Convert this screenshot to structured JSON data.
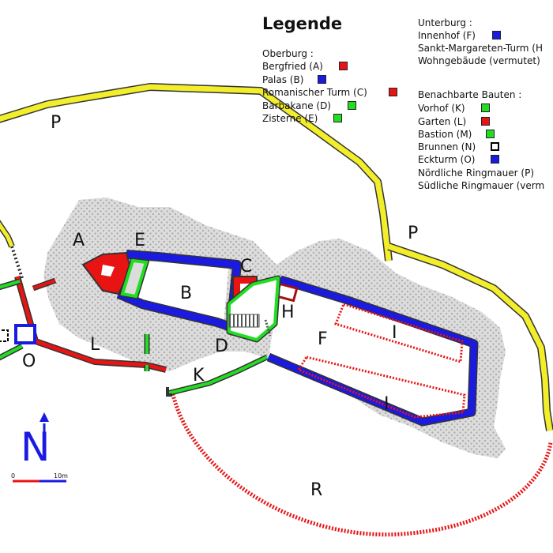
{
  "legend": {
    "title": "Legende",
    "oberburg": {
      "heading": "Oberburg :",
      "items": [
        {
          "label": "Bergfried (A)",
          "color": "#e81414",
          "style": "solid"
        },
        {
          "label": "Palas (B)",
          "color": "#1a1ae0",
          "style": "solid"
        },
        {
          "label": "Romanischer Turm (C)",
          "color": "#e81414",
          "style": "solid"
        },
        {
          "label": "Barbakane (D)",
          "color": "#22dd22",
          "style": "solid"
        },
        {
          "label": "Zisterne (E)",
          "color": "#22dd22",
          "style": "solid"
        }
      ]
    },
    "unterburg": {
      "heading": "Unterburg :",
      "items": [
        {
          "label": "Innenhof (F)",
          "color": "#1a1ae0",
          "style": "solid"
        },
        {
          "label": "Sankt-Margareten-Turm (H",
          "color": "",
          "style": "none"
        },
        {
          "label": "Wohngebäude (vermutet)",
          "color": "",
          "style": "none"
        }
      ]
    },
    "benachbarte": {
      "heading": "Benachbarte Bauten :",
      "items": [
        {
          "label": "Vorhof (K)",
          "color": "#22dd22",
          "style": "solid"
        },
        {
          "label": "Garten (L)",
          "color": "#e81414",
          "style": "solid"
        },
        {
          "label": "Bastion (M)",
          "color": "#22dd22",
          "style": "solid"
        },
        {
          "label": "Brunnen (N)",
          "color": "#000000",
          "style": "dashed"
        },
        {
          "label": "Eckturm (O)",
          "color": "#1a1ae0",
          "style": "solid"
        },
        {
          "label": "Nördliche Ringmauer (P)",
          "color": "",
          "style": "none"
        },
        {
          "label": "Südliche Ringmauer (verm",
          "color": "",
          "style": "none"
        }
      ]
    }
  },
  "map_labels": {
    "A": "A",
    "B": "B",
    "C": "C",
    "D": "D",
    "E": "E",
    "F": "F",
    "H": "H",
    "I_top": "I",
    "I_bottom": "I",
    "K": "K",
    "L": "L",
    "O": "O",
    "P_left": "P",
    "P_right": "P",
    "R": "R"
  },
  "compass": {
    "letter": "N"
  },
  "scale": {
    "start": "0",
    "end": "10m"
  },
  "colors": {
    "blue_wall": "#1a1ae0",
    "red_wall": "#e81414",
    "green_wall": "#22dd22",
    "yellow_wall": "#f2ee2a",
    "rock": "#dcdcdc",
    "rock_dots": "#a8a8a8"
  }
}
